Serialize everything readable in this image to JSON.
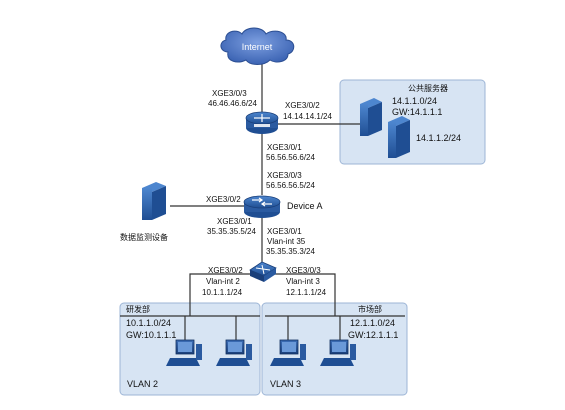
{
  "internet": {
    "label": "Internet"
  },
  "router": {
    "port_up": "XGE3/0/3",
    "ip_up": "46.46.46.6/24",
    "port_right": "XGE3/0/2",
    "ip_right": "14.14.14.1/24",
    "port_down": "XGE3/0/1",
    "ip_down": "56.56.56.6/24"
  },
  "public_servers": {
    "title": "公共服务器",
    "subnet": "14.1.1.0/24",
    "gateway": "GW:14.1.1.1",
    "server_ip": "14.1.1.2/24"
  },
  "device_a": {
    "name": "Device A",
    "port_up": "XGE3/0/3",
    "ip_up": "56.56.56.5/24",
    "port_left": "XGE3/0/2",
    "port_down_left": "XGE3/0/1",
    "ip_down_left": "35.35.35.5/24"
  },
  "monitor_device": {
    "label": "数据监测设备"
  },
  "access_switch": {
    "port_up": "XGE3/0/1",
    "vlanif_up": "Vlan-int 35",
    "ip_up": "35.35.35.3/24",
    "port_left": "XGE3/0/2",
    "vlanif_left": "Vlan-int 2",
    "ip_left": "10.1.1.1/24",
    "port_right": "XGE3/0/3",
    "vlanif_right": "Vlan-int 3",
    "ip_right": "12.1.1.1/24"
  },
  "vlan2": {
    "dept": "研发部",
    "subnet": "10.1.1.0/24",
    "gateway": "GW:10.1.1.1",
    "name": "VLAN 2"
  },
  "vlan3": {
    "dept": "市场部",
    "subnet": "12.1.1.0/24",
    "gateway": "GW:12.1.1.1",
    "name": "VLAN 3"
  },
  "colors": {
    "region_fill": "#d7e4f3",
    "region_stroke": "#8aa9cf",
    "device_blue": "#2e5fa3",
    "cloud_blue": "#4a73c0",
    "line": "#333333"
  }
}
